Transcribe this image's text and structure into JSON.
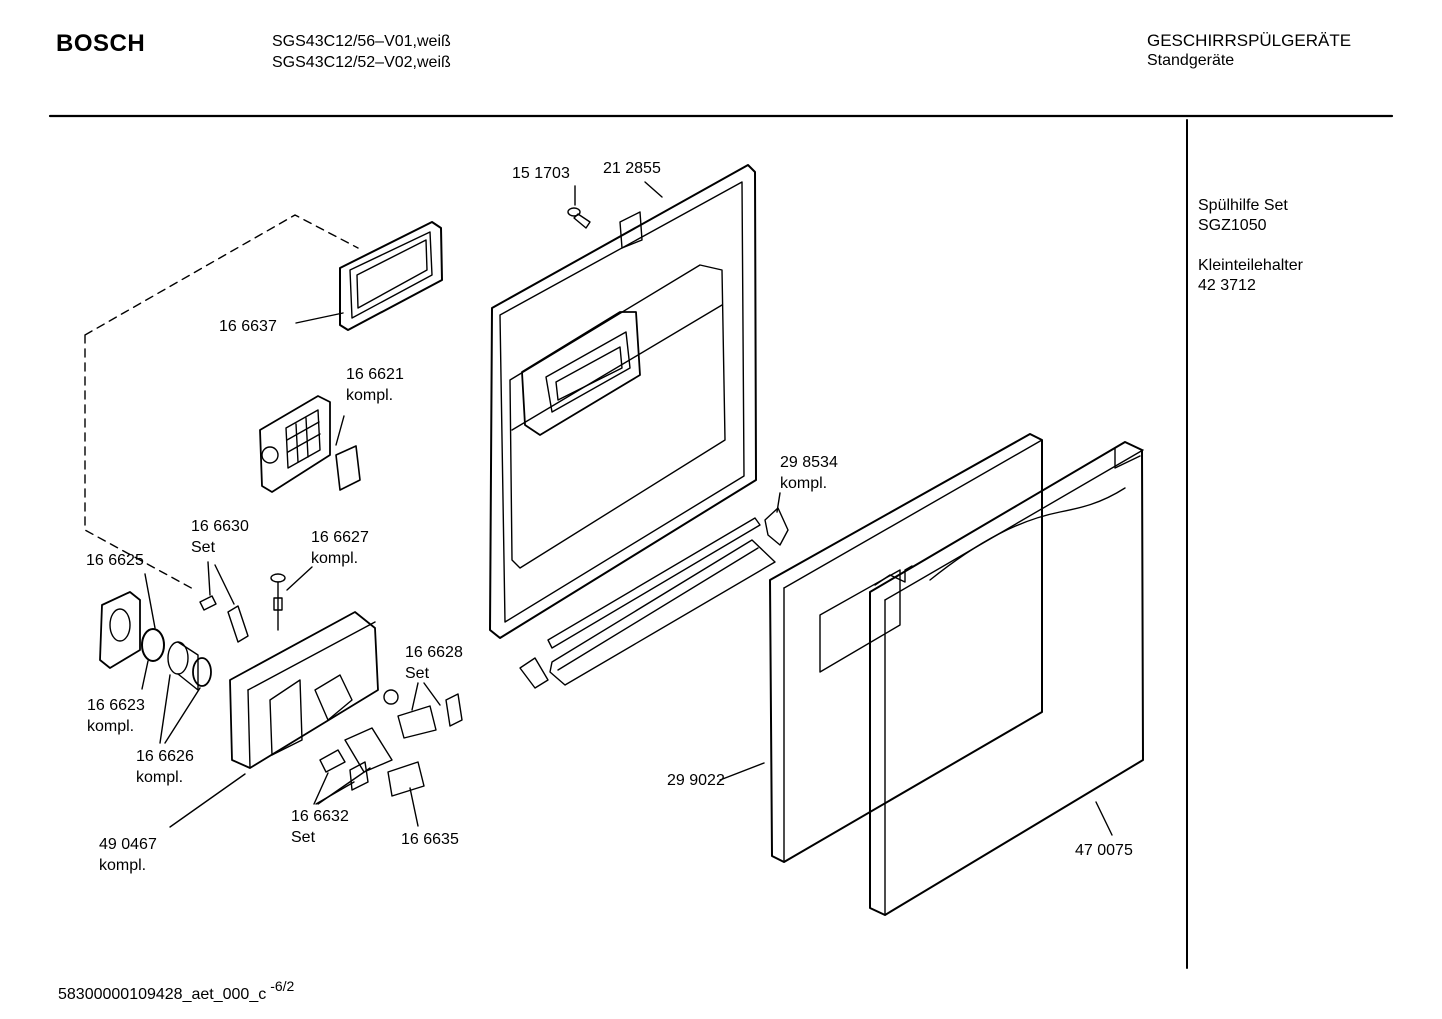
{
  "header": {
    "brand": "BOSCH",
    "model_line_1": "SGS43C12/56–V01,weiß",
    "model_line_2": "SGS43C12/52–V02,weiß",
    "category": "GESCHIRRSPÜLGERÄTE",
    "subcategory": "Standgeräte"
  },
  "sidebar": {
    "accessory_1_name": "Spülhilfe Set",
    "accessory_1_code": "SGZ1050",
    "accessory_2_name": "Kleinteilehalter",
    "accessory_2_code": "42 3712"
  },
  "parts": {
    "p151703": "15 1703",
    "p212855": "21 2855",
    "p166637": "16 6637",
    "p166621": "16 6621",
    "p166621_q": "kompl.",
    "p298534": "29 8534",
    "p298534_q": "kompl.",
    "p166630": "16 6630",
    "p166630_q": "Set",
    "p166627": "16 6627",
    "p166627_q": "kompl.",
    "p166625": "16 6625",
    "p166628": "16 6628",
    "p166628_q": "Set",
    "p166623": "16 6623",
    "p166623_q": "kompl.",
    "p166626": "16 6626",
    "p166626_q": "kompl.",
    "p299022": "29 9022",
    "p166632": "16 6632",
    "p166632_q": "Set",
    "p166635": "16 6635",
    "p490467": "49 0467",
    "p490467_q": "kompl.",
    "p470075": "47 0075"
  },
  "footer": {
    "doc_id": "58300000109428_aet_000_c",
    "page": "-6/2"
  }
}
